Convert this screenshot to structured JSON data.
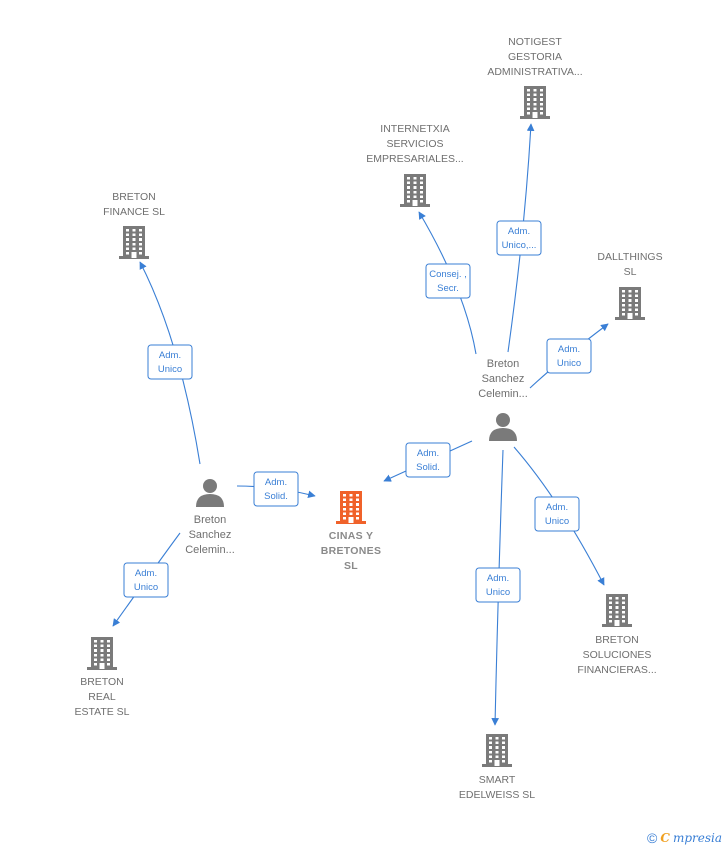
{
  "colors": {
    "edge": "#3a7fd5",
    "node_gray": "#7a7a7a",
    "center_company": "#f0622a",
    "label_text": "#6f6f6f"
  },
  "nodes": [
    {
      "id": "cinas",
      "kind": "company",
      "center": true,
      "lines": [
        "CINAS Y",
        "BRETONES",
        "SL"
      ]
    },
    {
      "id": "p1",
      "kind": "person",
      "lines": [
        "Breton",
        "Sanchez",
        "Celemin..."
      ]
    },
    {
      "id": "p2",
      "kind": "person",
      "lines": [
        "Breton",
        "Sanchez",
        "Celemin..."
      ]
    },
    {
      "id": "finance",
      "kind": "company",
      "lines": [
        "BRETON",
        "FINANCE  SL"
      ]
    },
    {
      "id": "realestate",
      "kind": "company",
      "lines": [
        "BRETON",
        "REAL",
        "ESTATE  SL"
      ]
    },
    {
      "id": "notigest",
      "kind": "company",
      "lines": [
        "NOTIGEST",
        "GESTORIA",
        "ADMINISTRATIVA..."
      ]
    },
    {
      "id": "internetxia",
      "kind": "company",
      "lines": [
        "INTERNETXIA",
        "SERVICIOS",
        "EMPRESARIALES..."
      ]
    },
    {
      "id": "dallthings",
      "kind": "company",
      "lines": [
        "DALLTHINGS",
        "SL"
      ]
    },
    {
      "id": "soluciones",
      "kind": "company",
      "lines": [
        "BRETON",
        "SOLUCIONES",
        "FINANCIERAS..."
      ]
    },
    {
      "id": "smart",
      "kind": "company",
      "lines": [
        "SMART",
        "EDELWEISS  SL"
      ]
    }
  ],
  "edges": [
    {
      "from": "p1",
      "to": "finance",
      "label": [
        "Adm.",
        "Unico"
      ]
    },
    {
      "from": "p1",
      "to": "cinas",
      "label": [
        "Adm.",
        "Solid."
      ]
    },
    {
      "from": "p1",
      "to": "realestate",
      "label": [
        "Adm.",
        "Unico"
      ]
    },
    {
      "from": "p2",
      "to": "internetxia",
      "label": [
        "Consej. ,",
        "Secr."
      ]
    },
    {
      "from": "p2",
      "to": "notigest",
      "label": [
        "Adm.",
        "Unico,..."
      ]
    },
    {
      "from": "p2",
      "to": "dallthings",
      "label": [
        "Adm.",
        "Unico"
      ]
    },
    {
      "from": "p2",
      "to": "cinas",
      "label": [
        "Adm.",
        "Solid."
      ]
    },
    {
      "from": "p2",
      "to": "soluciones",
      "label": [
        "Adm.",
        "Unico"
      ]
    },
    {
      "from": "p2",
      "to": "smart",
      "label": [
        "Adm.",
        "Unico"
      ]
    }
  ],
  "footer": {
    "copyright_symbol": "©",
    "brand_first_letter": "C",
    "brand_rest": "mpresia"
  }
}
